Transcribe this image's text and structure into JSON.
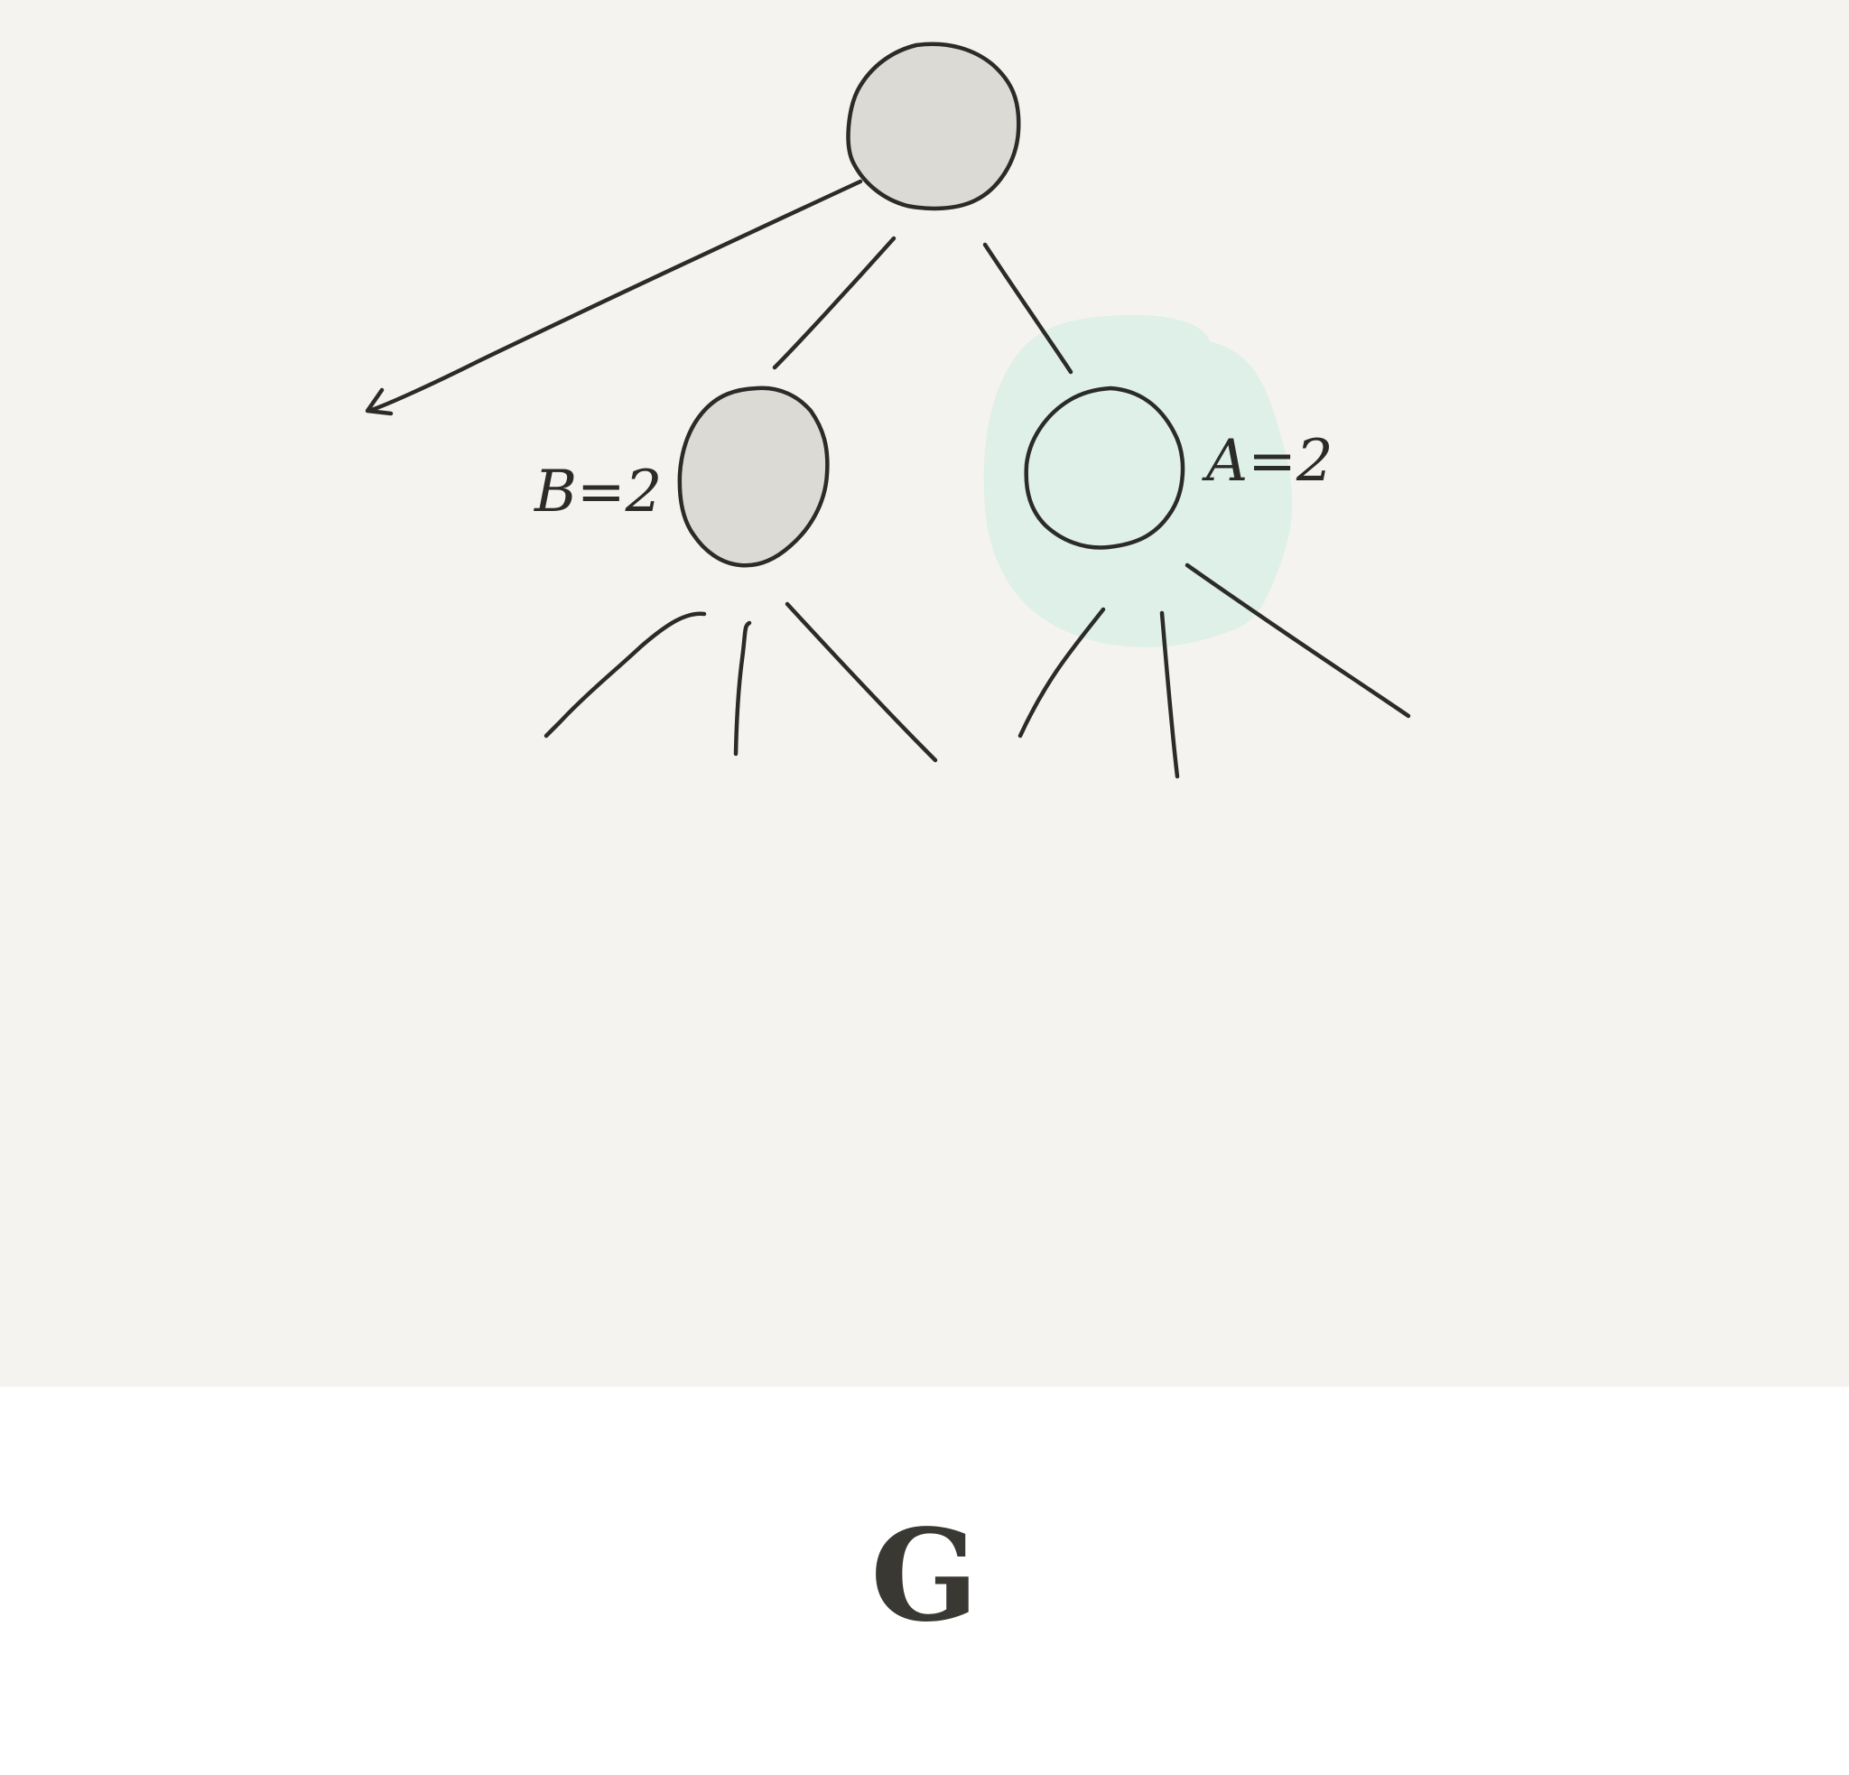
{
  "diagram": {
    "left_node_label": "B=2",
    "right_node_label": "A=2",
    "highlight_color": "#d6efe6",
    "node_fill_color": "#dcdad5",
    "stroke_color": "#2b2b28"
  },
  "footer": {
    "logo_text": "G"
  }
}
